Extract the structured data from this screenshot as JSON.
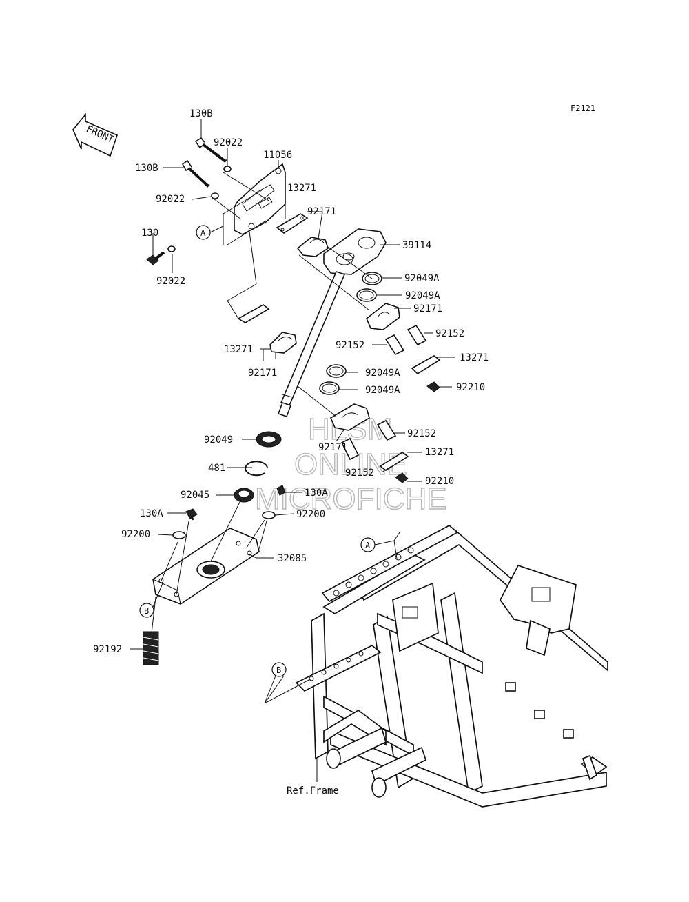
{
  "figure_id": "F2121",
  "front_label": "FRONT",
  "watermark": [
    "HLSM",
    "ONLINE",
    "MICROFICHE"
  ],
  "ref_label": "Ref.Frame",
  "callouts": {
    "a": "A",
    "b": "B"
  },
  "parts": {
    "p130b_top": "130B",
    "p92022_top": "92022",
    "p11056": "11056",
    "p130b_left": "130B",
    "p13271_top": "13271",
    "p92022_mid": "92022",
    "p92171_top": "92171",
    "p130": "130",
    "p39114": "39114",
    "p92022_low": "92022",
    "p92049a_1": "92049A",
    "p92049a_2": "92049A",
    "p92171_right": "92171",
    "p92152_r1": "92152",
    "p92152_r2": "92152",
    "p13271_right": "13271",
    "p13271_left": "13271",
    "p92171_left": "92171",
    "p92049a_3": "92049A",
    "p92210_1": "92210",
    "p92049a_4": "92049A",
    "p92152_c1": "92152",
    "p92049": "92049",
    "p92171_center": "92171",
    "p13271_center": "13271",
    "p481": "481",
    "p92152_c2": "92152",
    "p92210_2": "92210",
    "p92045": "92045",
    "p130a_right": "130A",
    "p130a_left": "130A",
    "p92200_right": "92200",
    "p92200_left": "92200",
    "p32085": "32085",
    "p92192": "92192"
  }
}
